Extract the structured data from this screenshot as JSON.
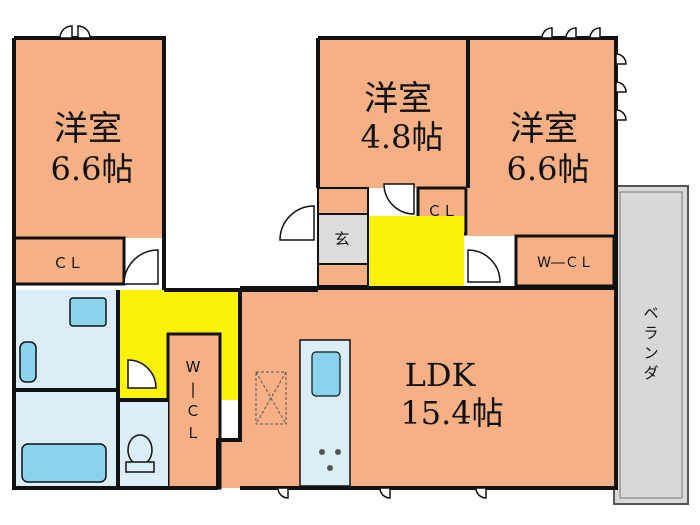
{
  "rooms": {
    "bedroom1": {
      "name": "洋室",
      "size": "6.6帖"
    },
    "bedroom2": {
      "name": "洋室",
      "size": "4.8帖"
    },
    "bedroom3": {
      "name": "洋室",
      "size": "6.6帖"
    },
    "ldk": {
      "name": "LDK",
      "size": "15.4帖"
    }
  },
  "labels": {
    "closet1": "ＣＬ",
    "closet2": "ＣＬ",
    "wcl_bedroom": "W―ＣＬ",
    "wcl_hall": [
      "W",
      "|",
      "Ｃ",
      "Ｌ"
    ],
    "entrance": "玄",
    "veranda": [
      "ベ",
      "ラ",
      "ン",
      "ダ"
    ]
  },
  "colors": {
    "room_fill": "#f5b185",
    "yellow_fill": "#fbf208",
    "wet_fill": "#dbeef8",
    "veranda_fill": "#d8d8d8",
    "wall": "#111111",
    "fixture": "#8ad3ec"
  }
}
